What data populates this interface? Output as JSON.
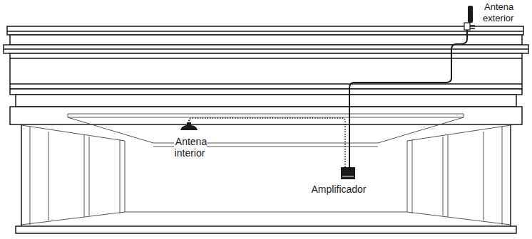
{
  "diagram": {
    "labels": [
      "Antena exterior",
      "Antena interior",
      "Amplificador"
    ]
  }
}
